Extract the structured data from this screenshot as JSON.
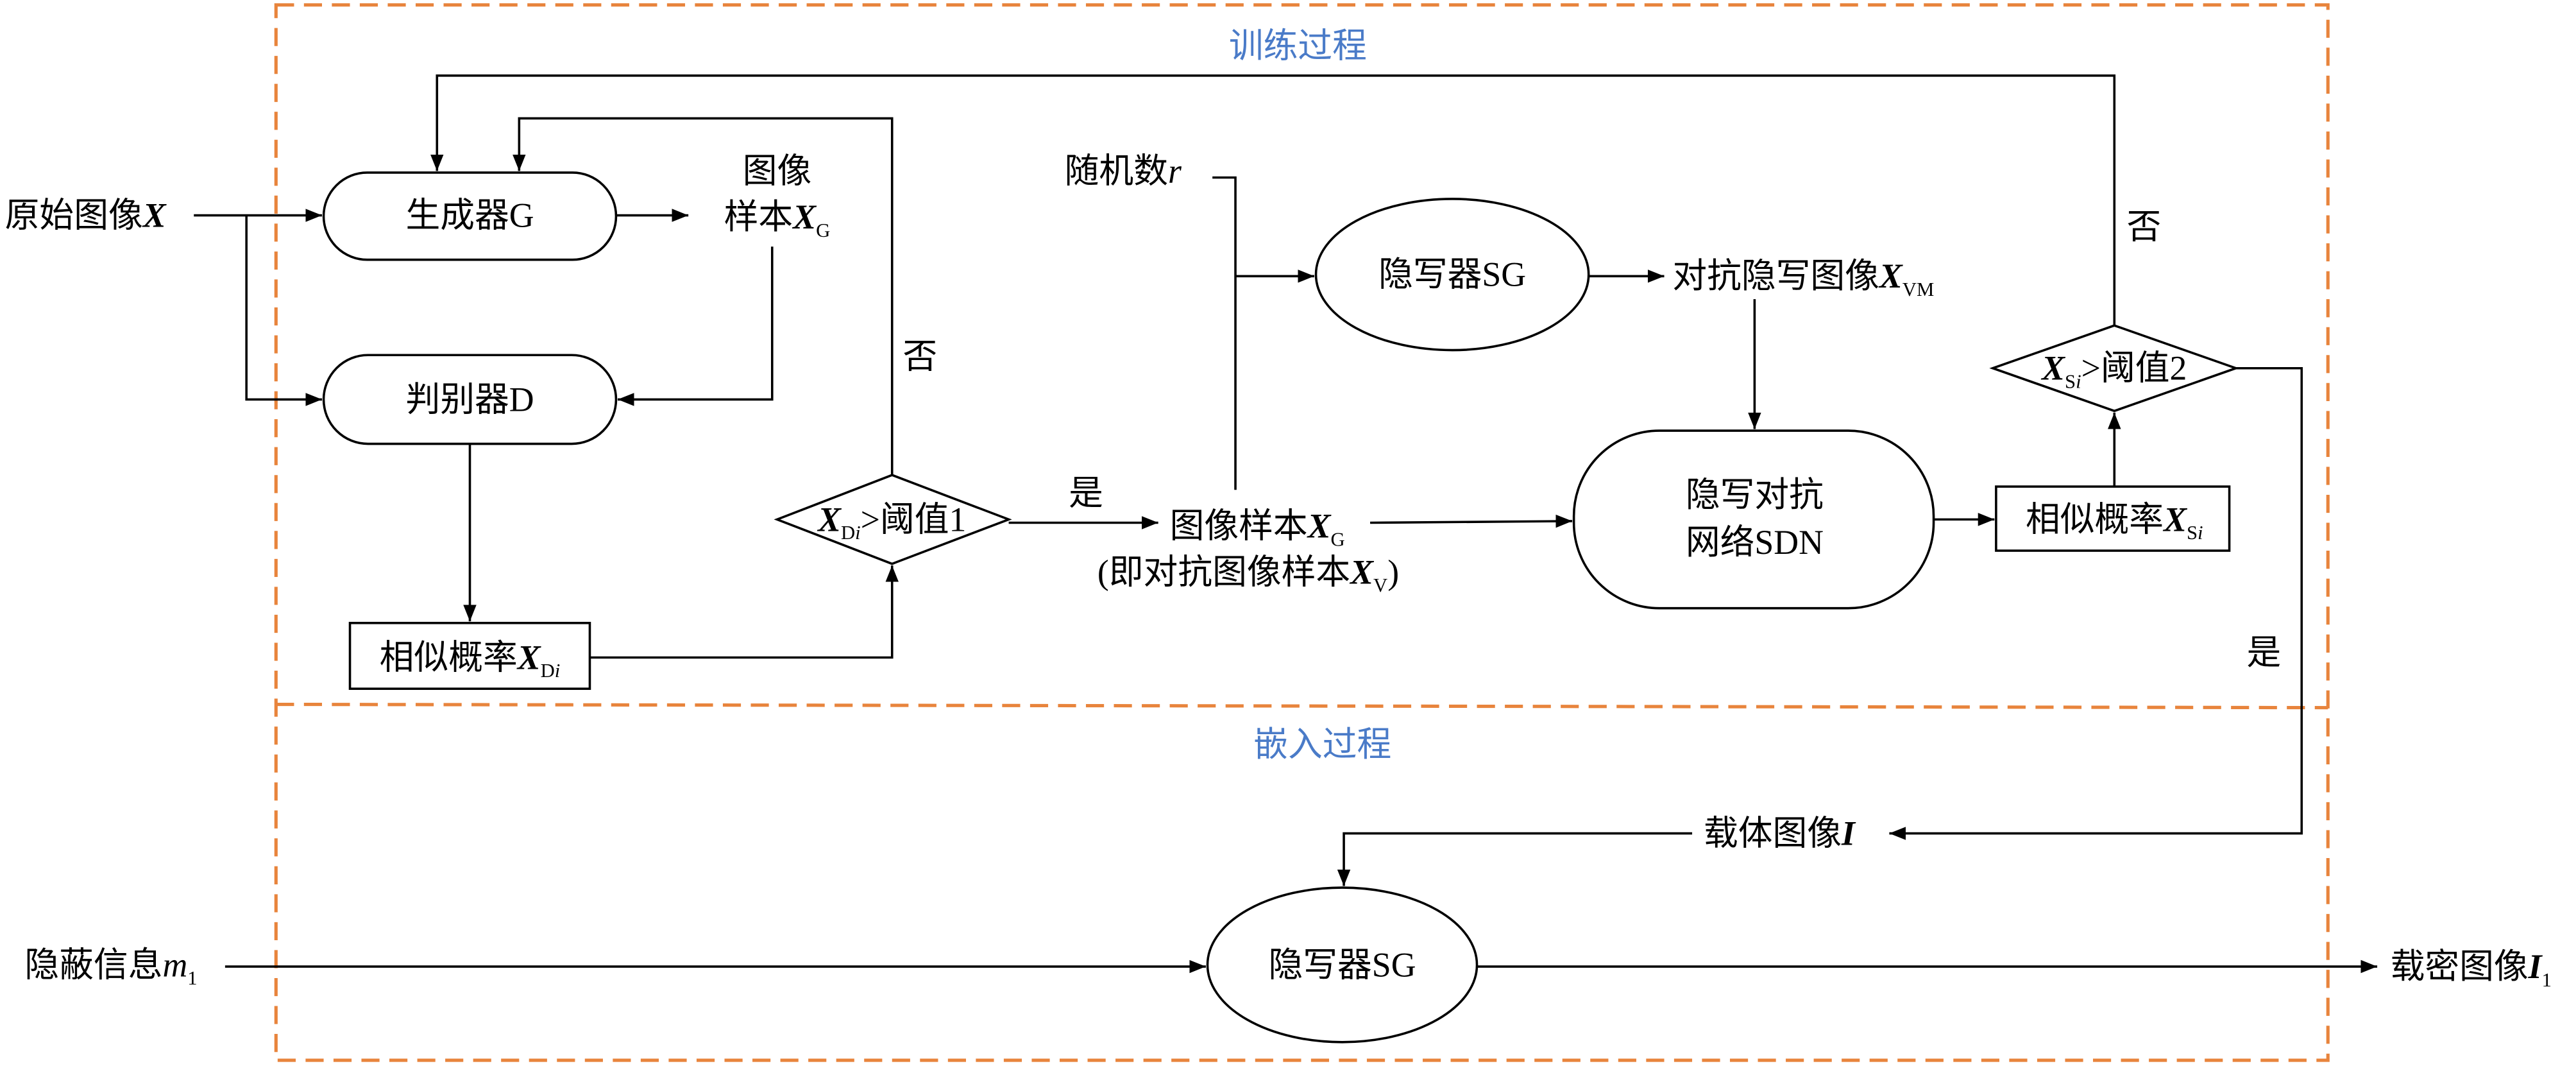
{
  "sections": {
    "training": "训练过程",
    "embedding": "嵌入过程"
  },
  "colors": {
    "frame": "#E8843C",
    "section_title": "#4A7BC8",
    "line": "#000000"
  },
  "nodes": {
    "original_image": {
      "label": "原始图像",
      "var": "X"
    },
    "generator": {
      "label": "生成器G"
    },
    "generated_sample": {
      "line1": "图像",
      "line2": "样本",
      "var": "X",
      "sub": "G"
    },
    "discriminator": {
      "label": "判别器D"
    },
    "similarity_d": {
      "label": "相似概率",
      "var": "X",
      "sub": "D",
      "sub_index": "i"
    },
    "threshold_1": {
      "var": "X",
      "sub": "D",
      "sub_index": "i",
      "label": ">阈值1"
    },
    "random_number": {
      "label": "随机数",
      "var": "r"
    },
    "steganographer_train": {
      "label": "隐写器SG"
    },
    "adversarial_stego_image": {
      "label": "对抗隐写图像",
      "var": "X",
      "sub": "VM"
    },
    "image_sample": {
      "label": "图像样本",
      "var": "X",
      "sub": "G",
      "note_prefix": "(即对抗图像样本",
      "note_var": "X",
      "note_sub": "V",
      "note_suffix": ")"
    },
    "sdn": {
      "line1": "隐写对抗",
      "line2": "网络SDN"
    },
    "similarity_s": {
      "label": "相似概率",
      "var": "X",
      "sub": "S",
      "sub_index": "i"
    },
    "threshold_2": {
      "var": "X",
      "sub": "S",
      "sub_index": "i",
      "label": ">阈值2"
    },
    "cover_image": {
      "label": "载体图像",
      "var": "I"
    },
    "steganographer_embed": {
      "label": "隐写器SG"
    },
    "hidden_message": {
      "label": "隐蔽信息",
      "var": "m",
      "sub": "1"
    },
    "stego_image": {
      "label": "载密图像",
      "var": "I",
      "sub": "1"
    }
  },
  "edge_labels": {
    "threshold_1_no": "否",
    "threshold_1_yes": "是",
    "threshold_2_no": "否",
    "threshold_2_yes": "是"
  }
}
